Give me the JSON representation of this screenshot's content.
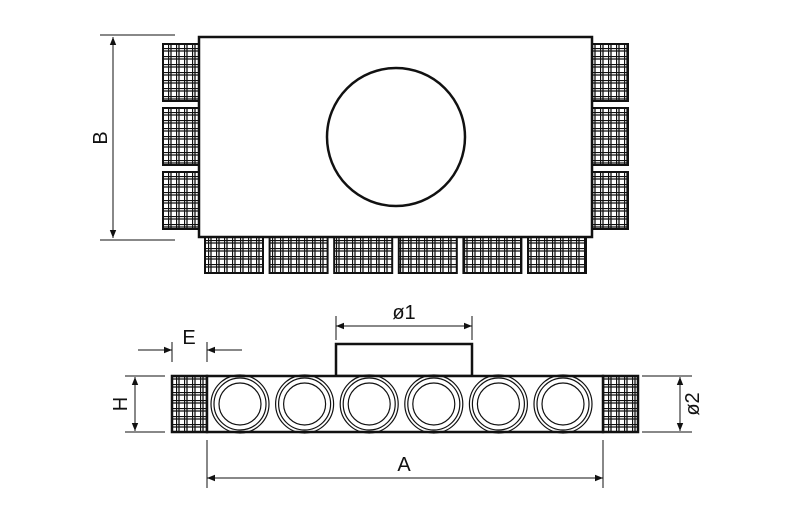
{
  "labels": {
    "b": "B",
    "e": "E",
    "h": "H",
    "a": "A",
    "d1": "ø1",
    "d2": "ø2"
  },
  "counts": {
    "side_meshes_per_side": 3,
    "bottom_meshes": 6,
    "outlets": 6
  },
  "colors": {
    "line": "#111111",
    "background": "#ffffff"
  }
}
